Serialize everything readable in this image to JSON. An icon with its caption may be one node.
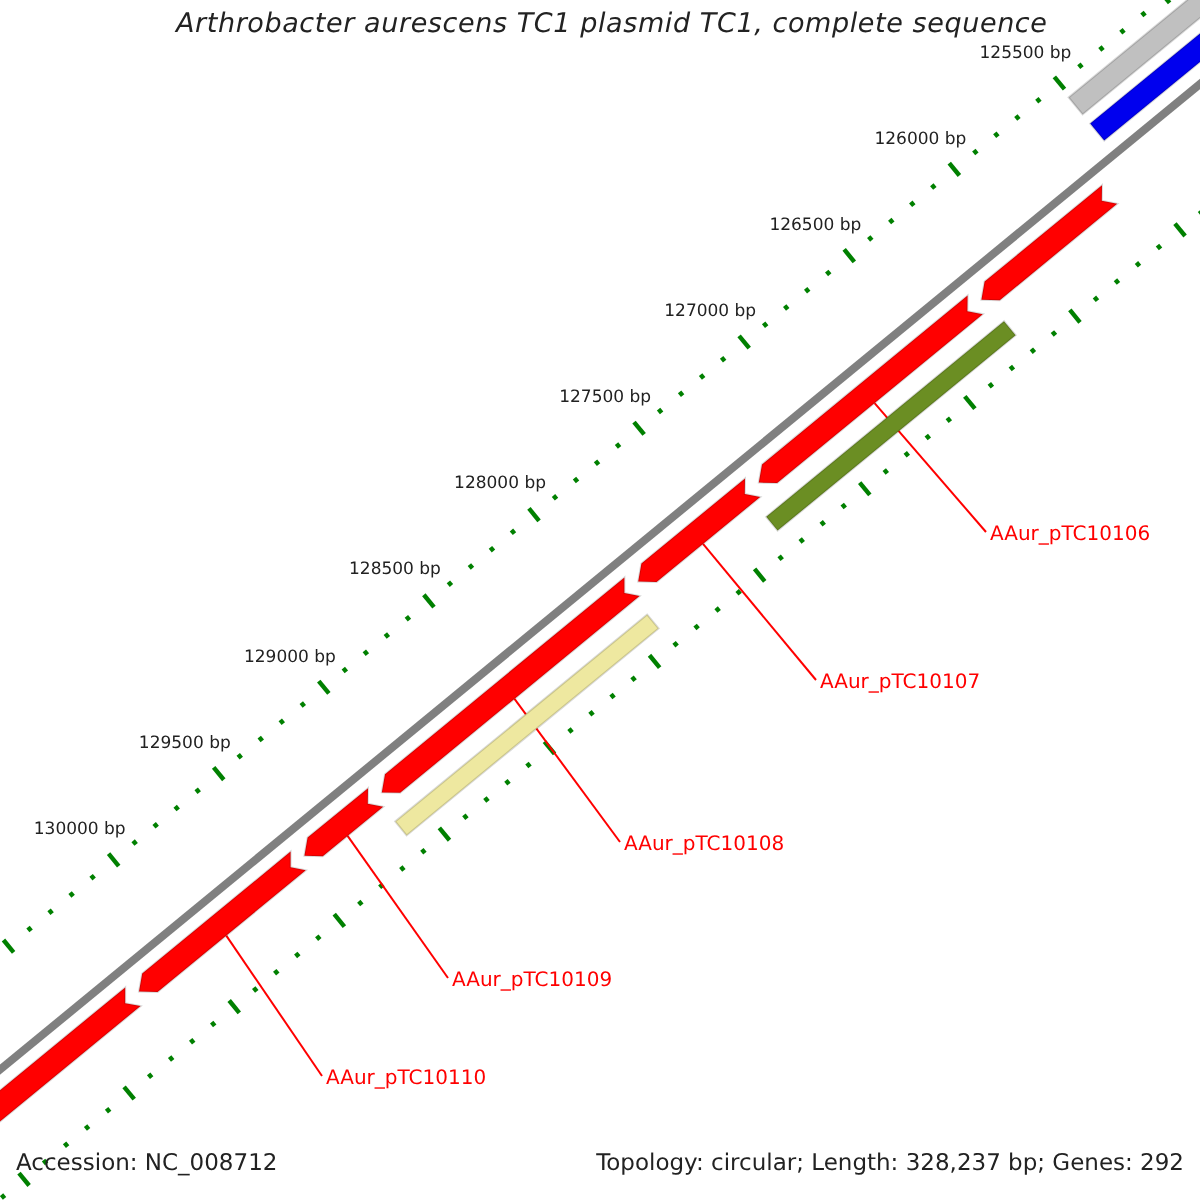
{
  "diagram": {
    "title": "Arthrobacter aurescens TC1 plasmid TC1, complete sequence",
    "nodes": [
      {
        "text": [],
        "shape": "bar"
      },
      {
        "text": [],
        "shape": "bar"
      },
      {
        "text": [],
        "shape": "arrow"
      },
      {
        "text": [],
        "shape": "arrow"
      },
      {
        "text": [],
        "shape": "arrow"
      },
      {
        "text": [],
        "shape": "arrow"
      },
      {
        "text": [],
        "shape": "arrow"
      },
      {
        "text": [],
        "shape": "arrow"
      },
      {
        "text": [],
        "shape": "arrow"
      },
      {
        "text": [],
        "shape": "bar"
      },
      {
        "text": [],
        "shape": "bar"
      },
      {
        "text": [
          "AAur_pTC10106"
        ]
      },
      {
        "text": [
          "AAur_pTC10107"
        ]
      },
      {
        "text": [
          "AAur_pTC10108"
        ]
      },
      {
        "text": [
          "AAur_pTC10109"
        ]
      },
      {
        "text": [
          "AAur_pTC10110"
        ]
      }
    ],
    "edges": [
      {
        "from": 11,
        "to": 3,
        "arrow": "none"
      },
      {
        "from": 12,
        "to": 4,
        "arrow": "none"
      },
      {
        "from": 13,
        "to": 5,
        "arrow": "none"
      },
      {
        "from": 14,
        "to": 6,
        "arrow": "none"
      },
      {
        "from": 15,
        "to": 7,
        "arrow": "none"
      }
    ],
    "labels": [
      "125500 bp",
      "126000 bp",
      "126500 bp",
      "127000 bp",
      "127500 bp",
      "128000 bp",
      "128500 bp",
      "129000 bp",
      "129500 bp",
      "130000 bp",
      "Accession: NC_008712",
      "Topology: circular; Length: 328,237 bp; Genes: 292"
    ]
  }
}
